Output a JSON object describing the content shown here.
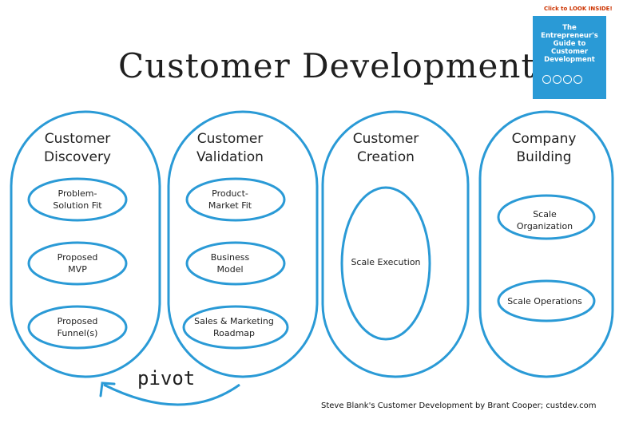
{
  "title": "Customer Development",
  "colors": {
    "outline": "#2a9ad6",
    "text": "#222222"
  },
  "stages": [
    {
      "title_lines": [
        "Customer",
        "Discovery"
      ],
      "steps": [
        {
          "lines": [
            "Problem-",
            "Solution Fit"
          ]
        },
        {
          "lines": [
            "Proposed",
            "MVP"
          ]
        },
        {
          "lines": [
            "Proposed",
            "Funnel(s)"
          ]
        }
      ]
    },
    {
      "title_lines": [
        "Customer",
        "Validation"
      ],
      "steps": [
        {
          "lines": [
            "Product-",
            "Market Fit"
          ]
        },
        {
          "lines": [
            "Business",
            "Model"
          ]
        },
        {
          "lines": [
            "Sales & Marketing",
            "Roadmap"
          ]
        }
      ]
    },
    {
      "title_lines": [
        "Customer",
        "Creation"
      ],
      "steps": [
        {
          "lines": [
            "Scale Execution"
          ]
        }
      ]
    },
    {
      "title_lines": [
        "Company",
        "Building"
      ],
      "steps": [
        {
          "lines": [
            "Scale",
            "Organization"
          ]
        },
        {
          "lines": [
            "Scale Operations"
          ]
        }
      ]
    }
  ],
  "pivot_label": "pivot",
  "credit": "Steve Blank's Customer Development by Brant Cooper; custdev.com",
  "book": {
    "banner": "Click to LOOK INSIDE!",
    "title_lines": [
      "The",
      "Entrepreneur's",
      "Guide to",
      "Customer",
      "Development"
    ]
  }
}
